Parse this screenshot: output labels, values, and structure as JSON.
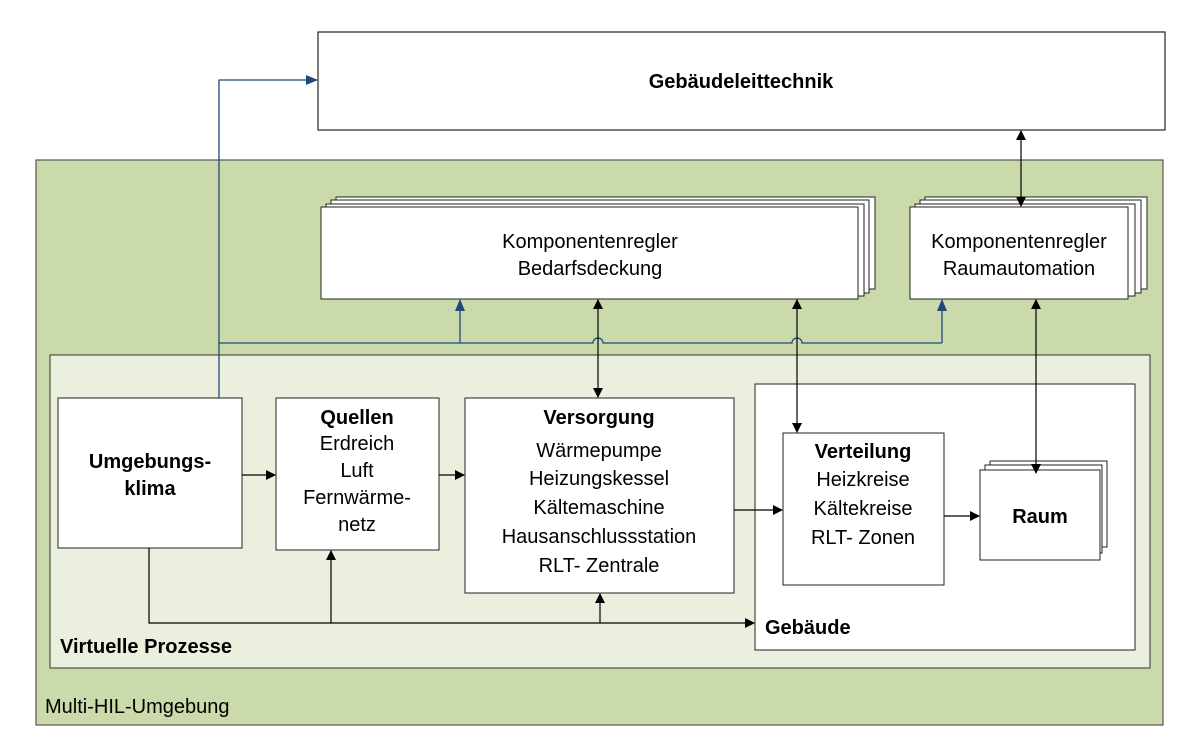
{
  "top": {
    "title": "Gebäudeleittechnik"
  },
  "environment": {
    "label": "Multi-HIL-Umgebung"
  },
  "controllers": {
    "demand": {
      "line1": "Komponentenregler",
      "line2": "Bedarfsdeckung"
    },
    "room": {
      "line1": "Komponentenregler",
      "line2": "Raumautomation"
    }
  },
  "virtual": {
    "label": "Virtuelle Prozesse"
  },
  "climate": {
    "line1": "Umgebungs-",
    "line2": "klima"
  },
  "sources": {
    "title": "Quellen",
    "items": [
      "Erdreich",
      "Luft",
      "Fernwärme-",
      "netz"
    ]
  },
  "supply": {
    "title": "Versorgung",
    "items": [
      "Wärmepumpe",
      "Heizungskessel",
      "Kältemaschine",
      "Hausanschlussstation",
      "RLT- Zentrale"
    ]
  },
  "building": {
    "label": "Gebäude"
  },
  "distribution": {
    "title": "Verteilung",
    "items": [
      "Heizkreise",
      "Kältekreise",
      "RLT- Zonen"
    ]
  },
  "room": {
    "title": "Raum"
  },
  "colors": {
    "green": "#cbdaab",
    "light": "#ebf0de",
    "blue": "#1f497d"
  }
}
